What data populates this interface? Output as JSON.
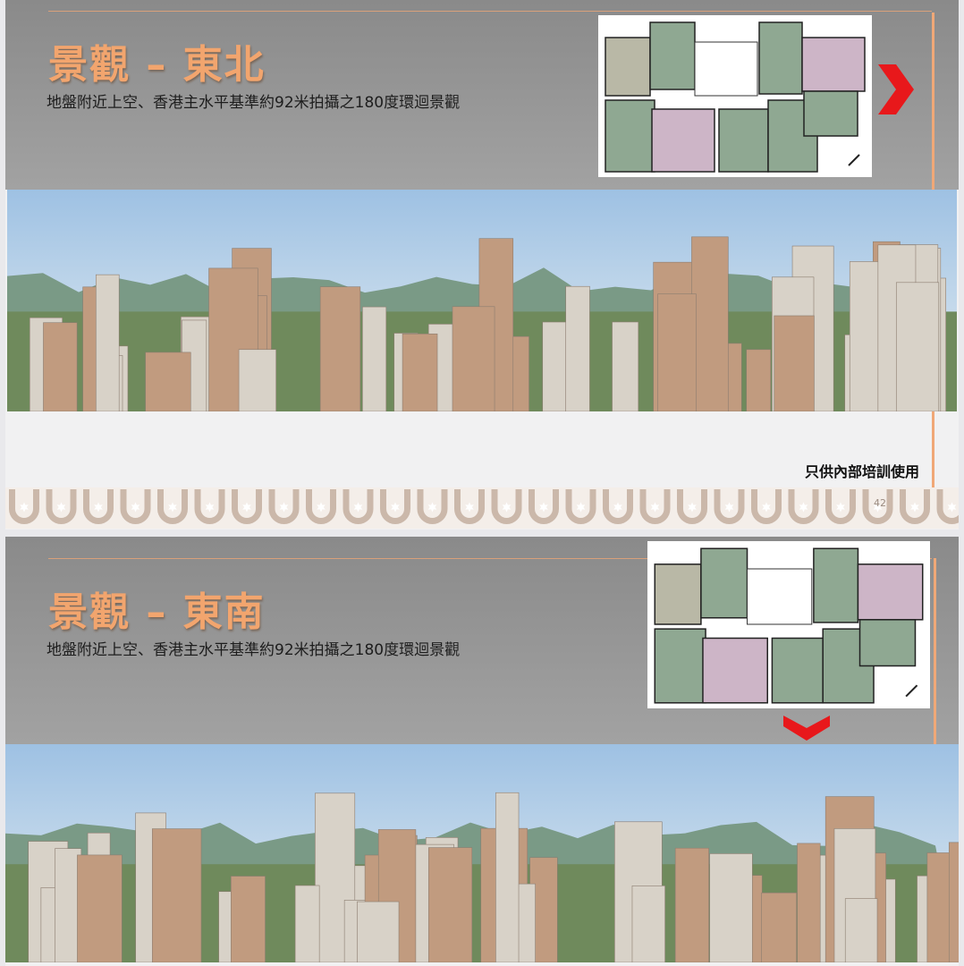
{
  "slides": [
    {
      "title": "景觀 – 東北",
      "subtitle": "地盤附近上空、香港主水平基準約92米拍攝之180度環迴景觀",
      "direction_arrow": "arrow-right-icon",
      "footer_note": "只供內部培訓使用",
      "page_number": "42"
    },
    {
      "title": "景觀 – 東南",
      "subtitle": "地盤附近上空、香港主水平基準約92米拍攝之180度環迴景觀",
      "direction_arrow": "arrow-down-icon"
    }
  ],
  "colors": {
    "title": "#f2a56e",
    "arrow": "#e8181b",
    "unit_green": "#8fa892",
    "unit_pink": "#cdb5c7",
    "unit_grey": "#b9b8a6",
    "accent_line": "#f0a877"
  }
}
